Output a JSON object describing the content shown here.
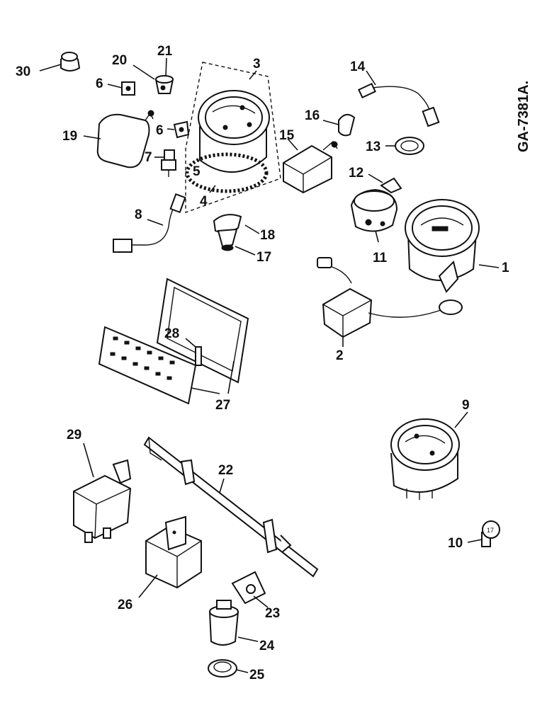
{
  "drawing_code": "GA-7381A.",
  "callouts": {
    "c1": "1",
    "c2": "2",
    "c3": "3",
    "c4": "4",
    "c5": "5",
    "c6a": "6",
    "c6b": "6",
    "c7": "7",
    "c8": "8",
    "c9": "9",
    "c10": "10",
    "c11": "11",
    "c12": "12",
    "c13": "13",
    "c14": "14",
    "c15": "15",
    "c16": "16",
    "c17": "17",
    "c18": "18",
    "c19": "19",
    "c20": "20",
    "c21": "21",
    "c22": "22",
    "c23": "23",
    "c24": "24",
    "c25": "25",
    "c26": "26",
    "c27": "27",
    "c28": "28",
    "c29": "29",
    "c30": "30"
  },
  "printed_marks": {
    "bulb_mark": "17"
  }
}
